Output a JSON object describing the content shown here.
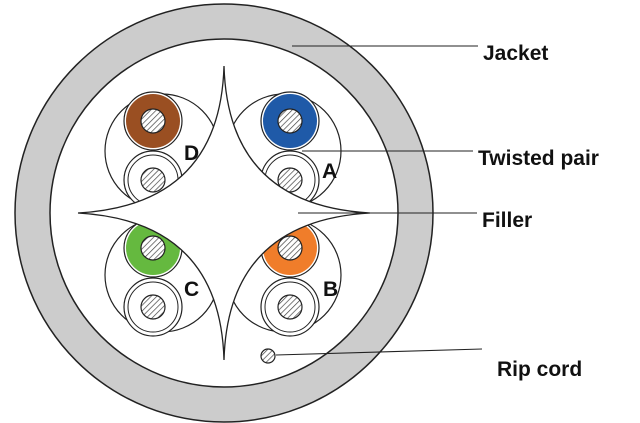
{
  "labels": {
    "jacket": "Jacket",
    "twisted_pair": "Twisted pair",
    "filler": "Filler",
    "rip_cord": "Rip cord"
  },
  "pairs": [
    {
      "id": "D",
      "label": "D",
      "color": "#9a4f22"
    },
    {
      "id": "A",
      "label": "A",
      "color": "#1f5aa8"
    },
    {
      "id": "C",
      "label": "C",
      "color": "#65b93f"
    },
    {
      "id": "B",
      "label": "B",
      "color": "#f07d2a"
    }
  ],
  "colors": {
    "jacket": "#cccccc",
    "outline": "#222222",
    "hatch": "#444444"
  }
}
